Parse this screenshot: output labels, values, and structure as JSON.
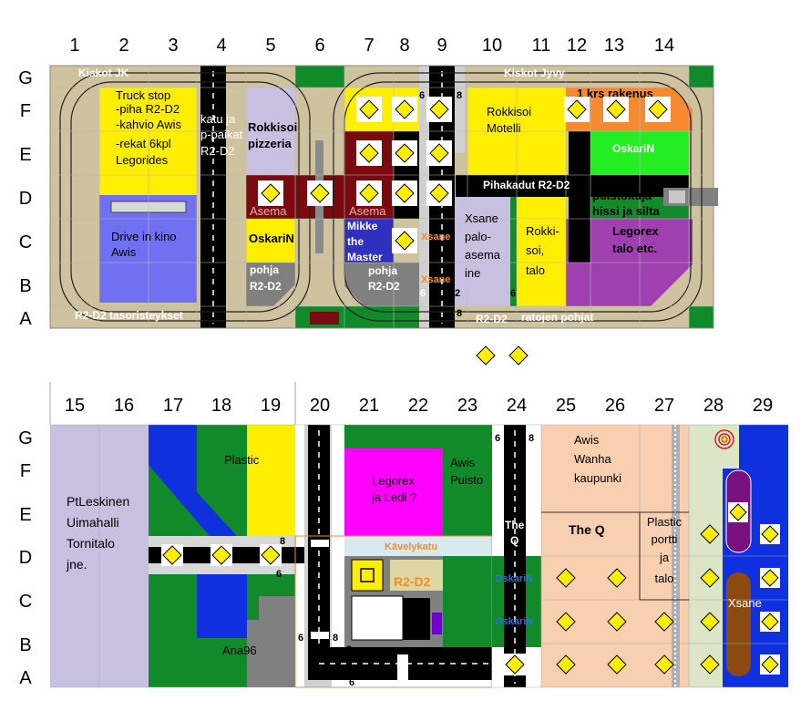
{
  "top_map": {
    "columns": [
      "1",
      "2",
      "3",
      "4",
      "5",
      "6",
      "7",
      "8",
      "9",
      "10",
      "11",
      "12",
      "13",
      "14"
    ],
    "rows": [
      "G",
      "F",
      "E",
      "D",
      "C",
      "B",
      "A"
    ],
    "labels": {
      "kiskot_jk": "Kiskot  JK",
      "kiskot_jyvy": "Kiskot  Jyvy",
      "truck_stop": [
        "Truck stop",
        "-piha R2-D2",
        "-kahvio Awis",
        "-rekat 6kpl",
        "Legorides"
      ],
      "drive_in": [
        "Drive in kino",
        "Awis"
      ],
      "katu": [
        "katu ja",
        "p-paikat",
        "R2-D2"
      ],
      "rokkisoi_pizzeria": [
        "Rokkisoi",
        "pizzeria"
      ],
      "asema_left": "Asema",
      "oskarin_c5": "OskariN",
      "pohja_b5": [
        "pohja",
        "R2-D2"
      ],
      "asema_right": "Asema",
      "mikke": [
        "Mikke",
        "the",
        "Master"
      ],
      "pohja_b7": [
        "pohja",
        "R2-D2"
      ],
      "xsane_c9": "Xsane",
      "xsane_b9": "Xsane",
      "rokkisoi_motelli": [
        "Rokkisoi",
        "Motelli"
      ],
      "one_krs": "1 krs rakenus",
      "oskarin_e13": "OskariN",
      "pihakadut": "Pihakadut R2-D2",
      "r2d2_d12": "R2-D2",
      "puistokuja": [
        "puistokuja",
        "hissi ja silta"
      ],
      "xsane_paloasema": [
        "Xsane",
        "palo-",
        "asema",
        "ine"
      ],
      "rokkisoi_talo": [
        "Rokki-",
        "soi,",
        "talo"
      ],
      "legorex_talo": [
        "Legorex",
        "talo etc."
      ],
      "tasoristeykset": "R2-D2 tasoristeykset",
      "r2d2_a10": "R2-D2",
      "ratojen_pohjat": "ratojen pohjat"
    },
    "track_numbers": [
      "6",
      "8",
      "6",
      "2",
      "8",
      "6"
    ]
  },
  "bottom_map": {
    "columns": [
      "15",
      "16",
      "17",
      "18",
      "19",
      "20",
      "21",
      "22",
      "23",
      "24",
      "25",
      "26",
      "27",
      "28",
      "29"
    ],
    "rows": [
      "G",
      "F",
      "E",
      "D",
      "C",
      "B",
      "A"
    ],
    "labels": {
      "ptleskinen": [
        "PtLeskinen",
        "Uimahalli",
        "Tornitalo",
        "jne."
      ],
      "plastic": "Plastic",
      "ana96": "Ana96",
      "legorex_ledi": [
        "Legorex",
        "ja Ledi ?"
      ],
      "awis_puisto": [
        "Awis",
        "Puisto"
      ],
      "kavelykatu": "Kävelykatu",
      "r2d2_c22": "R2-D2",
      "the_q_small": [
        "The",
        "Q"
      ],
      "oskarin_c24": "OskariN",
      "oskarin_b24": "OskariN",
      "awis_wanha": [
        "Awis",
        "Wanha",
        "kaupunki"
      ],
      "the_q": "The Q",
      "plastic_portti": [
        "Plastic",
        "portti",
        "ja",
        "talo"
      ],
      "xsane_b29": "Xsane"
    },
    "track_numbers": [
      "8",
      "6",
      "6",
      "8",
      "8",
      "6",
      "6",
      "8"
    ]
  },
  "colors": {
    "ground": "#cfc29e",
    "grass": "#118a2a",
    "yellow": "#ffee00",
    "lavender": "#c8c0e0",
    "blue": "#7070f0",
    "darkred": "#7a0a10",
    "orange": "#f58a30",
    "purple": "#a040b0",
    "magenta": "#ff00ff",
    "peach": "#f8d0b0",
    "royal": "#1030e0",
    "road": "#000000"
  }
}
